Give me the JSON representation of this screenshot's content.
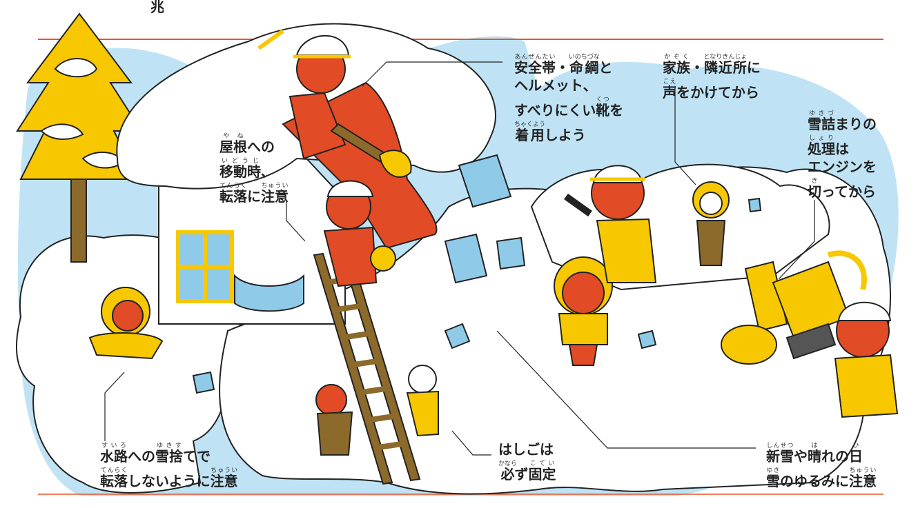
{
  "top_fragment": "兆",
  "colors": {
    "rule_line": "#e8542a",
    "sky": "#bfe3f5",
    "snow": "#ffffff",
    "ice": "#8fcbe9",
    "suit_red": "#e14b25",
    "suit_yellow": "#f7c800",
    "brown": "#8c6a2b",
    "outline": "#222222"
  },
  "callouts": [
    {
      "id": "safety-gear",
      "lines": [
        [
          {
            "t": "安全帯",
            "r": "あんぜんたい"
          },
          {
            "t": "・"
          },
          {
            "t": "命綱",
            "r": "いのちづな"
          },
          {
            "t": "と"
          }
        ],
        [
          {
            "t": "ヘルメット、"
          }
        ],
        [
          {
            "t": "すべりにくい"
          },
          {
            "t": "靴",
            "r": "くつ"
          },
          {
            "t": "を"
          }
        ],
        [
          {
            "t": "着用",
            "r": "ちゃくよう"
          },
          {
            "t": "しよう"
          }
        ]
      ]
    },
    {
      "id": "call-family",
      "lines": [
        [
          {
            "t": "家族",
            "r": "かぞく"
          },
          {
            "t": "・"
          },
          {
            "t": "隣近所",
            "r": "となりきんじょ"
          },
          {
            "t": "に"
          }
        ],
        [
          {
            "t": "声",
            "r": "こえ"
          },
          {
            "t": "をかけてから"
          }
        ]
      ]
    },
    {
      "id": "snow-clog",
      "lines": [
        [
          {
            "t": "雪詰",
            "r": "ゆきづ"
          },
          {
            "t": "まりの"
          }
        ],
        [
          {
            "t": "処理",
            "r": "しょり"
          },
          {
            "t": "は"
          }
        ],
        [
          {
            "t": "エンジンを"
          }
        ],
        [
          {
            "t": "切",
            "r": "き"
          },
          {
            "t": "ってから"
          }
        ]
      ]
    },
    {
      "id": "roof-move",
      "lines": [
        [
          {
            "t": "屋根",
            "r": "やね"
          },
          {
            "t": "への"
          }
        ],
        [
          {
            "t": "移動時",
            "r": "いどうじ"
          },
          {
            "t": "、"
          }
        ],
        [
          {
            "t": "転落",
            "r": "てんらく"
          },
          {
            "t": "に"
          },
          {
            "t": "注意",
            "r": "ちゅうい"
          }
        ]
      ]
    },
    {
      "id": "waterway",
      "lines": [
        [
          {
            "t": "水路",
            "r": "すいろ"
          },
          {
            "t": "への"
          },
          {
            "t": "雪捨",
            "r": "ゆきす"
          },
          {
            "t": "てで"
          }
        ],
        [
          {
            "t": "転落",
            "r": "てんらく"
          },
          {
            "t": "しないように"
          },
          {
            "t": "注意",
            "r": "ちゅうい"
          }
        ]
      ]
    },
    {
      "id": "ladder",
      "lines": [
        [
          {
            "t": "はしごは"
          }
        ],
        [
          {
            "t": "必",
            "r": "かなら"
          },
          {
            "t": "ず"
          },
          {
            "t": "固定",
            "r": "こてい"
          }
        ]
      ]
    },
    {
      "id": "fresh-snow",
      "lines": [
        [
          {
            "t": "新雪",
            "r": "しんせつ"
          },
          {
            "t": "や"
          },
          {
            "t": "晴",
            "r": "は"
          },
          {
            "t": "れの"
          },
          {
            "t": "日",
            "r": "ひ"
          }
        ],
        [
          {
            "t": "雪",
            "r": "ゆき"
          },
          {
            "t": "のゆるみに"
          },
          {
            "t": "注意",
            "r": "ちゅうい"
          }
        ]
      ]
    }
  ]
}
